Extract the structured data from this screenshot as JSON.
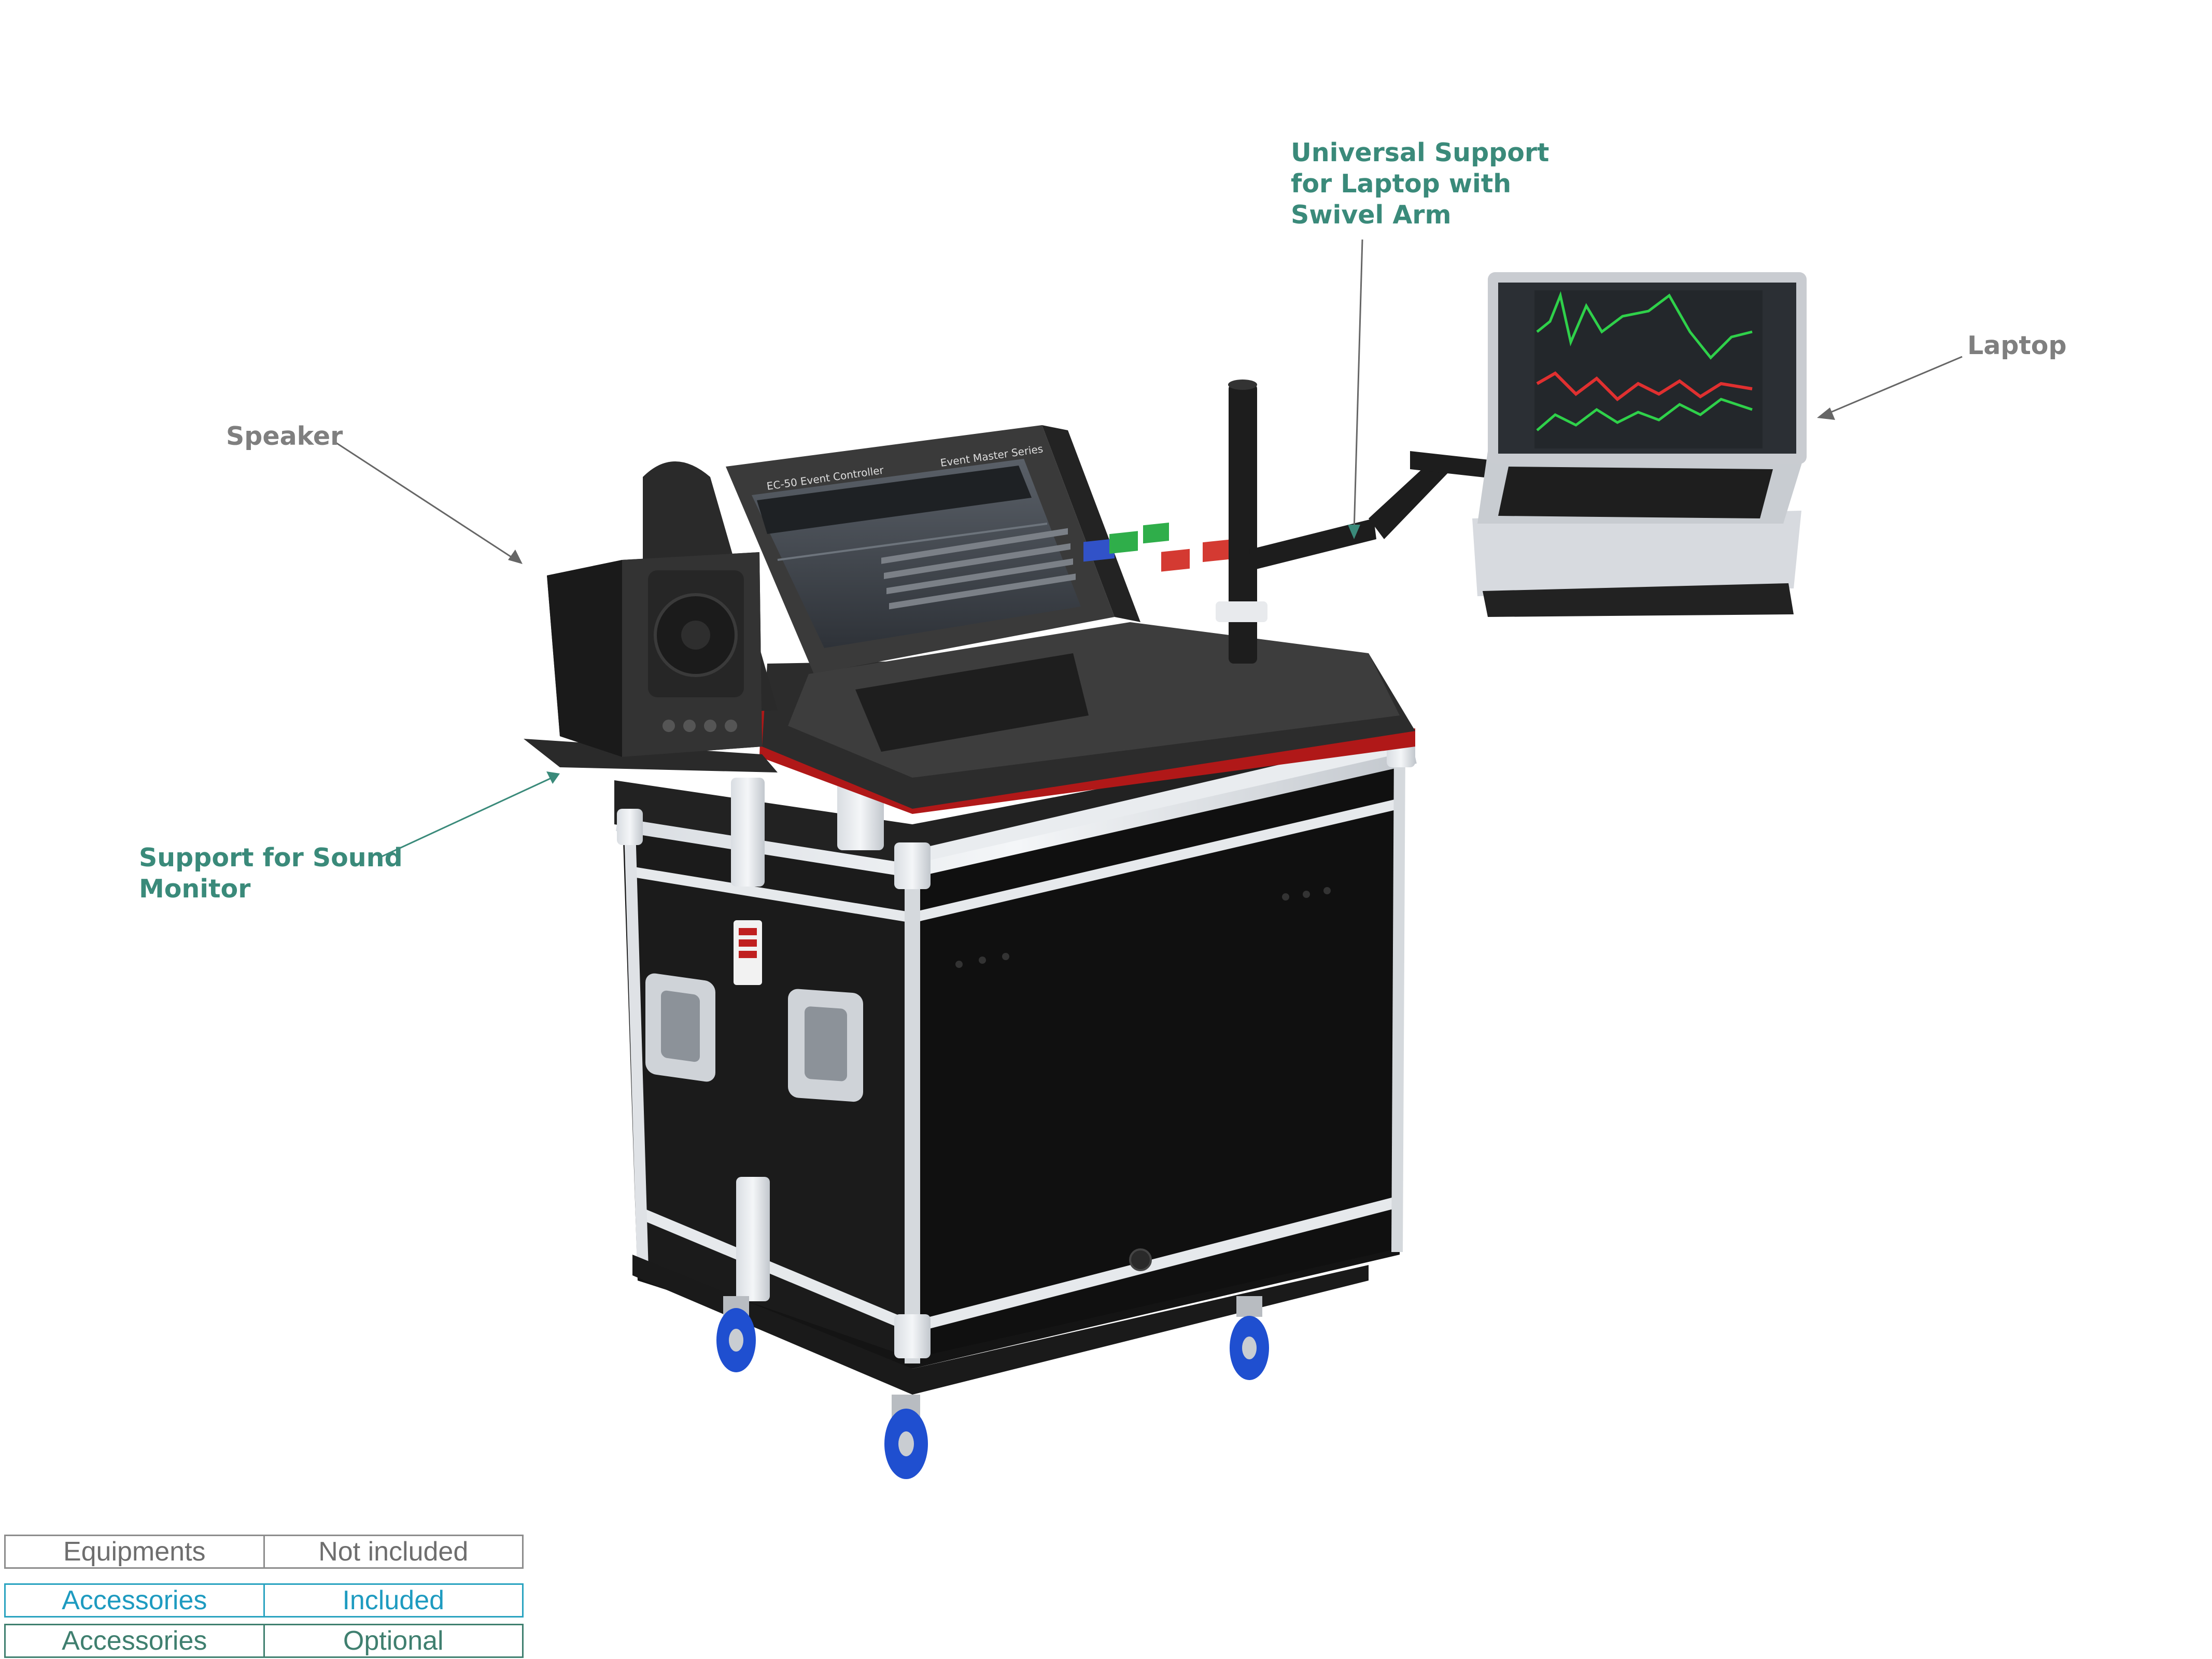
{
  "callouts": {
    "universal_support": [
      "Universal Support",
      "for Laptop with",
      "Swivel Arm"
    ],
    "laptop": "Laptop",
    "speaker": "Speaker",
    "sound_monitor_support": [
      "Support for Sound",
      "Monitor"
    ]
  },
  "product_labels": {
    "controller_name": "EC-50   Event Controller",
    "series": "Event Master Series"
  },
  "legend": {
    "rows": [
      {
        "category": "Equipments",
        "status": "Not included"
      },
      {
        "category": "Accessories",
        "status": "Included"
      },
      {
        "category": "Accessories",
        "status": "Optional"
      }
    ]
  },
  "colors": {
    "equipment_label": "#7f7f7f",
    "accessory_label": "#3a8a7a",
    "included_accent": "#1e9bc0",
    "case_trim": "#b01818",
    "caster_wheel": "#1f4fd0"
  }
}
